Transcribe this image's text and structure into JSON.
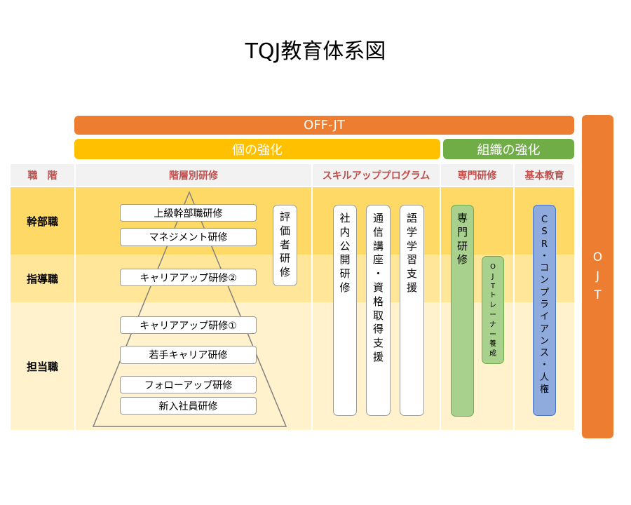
{
  "title": "TQJ教育体系図",
  "off_jt": "OFF-JT",
  "individual": "個の強化",
  "organization": "組織の強化",
  "ojt": [
    "O",
    "J",
    "T"
  ],
  "headers": {
    "rank": "職　階",
    "tiered": "階層別研修",
    "skillup": "スキルアッププログラム",
    "specialized": "専門研修",
    "basic": "基本教育"
  },
  "ranks": {
    "executive": "幹部職",
    "leader": "指導職",
    "staff": "担当職"
  },
  "tiered_trainings": {
    "executive_mgmt": "上級幹部職研修",
    "management": "マネジメント研修",
    "career2": "キャリアアップ研修②",
    "career1": "キャリアアップ研修①",
    "young": "若手キャリア研修",
    "followup": "フォローアップ研修",
    "newhire": "新入社員研修"
  },
  "evaluator": [
    "評",
    "価",
    "者",
    "研",
    "修"
  ],
  "skillup_items": {
    "public": [
      "社",
      "内",
      "公",
      "開",
      "研",
      "修"
    ],
    "correspondence": [
      "通",
      "信",
      "講",
      "座",
      "・",
      "資",
      "格",
      "取",
      "得",
      "支",
      "援"
    ],
    "language": [
      "語",
      "学",
      "学",
      "習",
      "支",
      "援"
    ]
  },
  "specialized_items": {
    "specialized_training": [
      "専",
      "門",
      "研",
      "修"
    ],
    "ojt_trainer": [
      "O",
      "J",
      "T",
      "ト",
      "レ",
      "ー",
      "ナ",
      "ー",
      "養",
      "成"
    ]
  },
  "basic_items": {
    "compliance": [
      "C",
      "S",
      "R",
      "・",
      "コ",
      "ン",
      "プ",
      "ラ",
      "イ",
      "ア",
      "ン",
      "ス",
      "・",
      "人",
      "権"
    ]
  },
  "colors": {
    "orange": "#ed7d31",
    "gold": "#ffc000",
    "green": "#70ad47",
    "band_executive": "#ffd966",
    "band_leader": "#ffe699",
    "band_staff": "#fff2cc",
    "header_text": "#c0504d",
    "spec_green": "#a9d18e",
    "basic_blue": "#8faadc"
  }
}
